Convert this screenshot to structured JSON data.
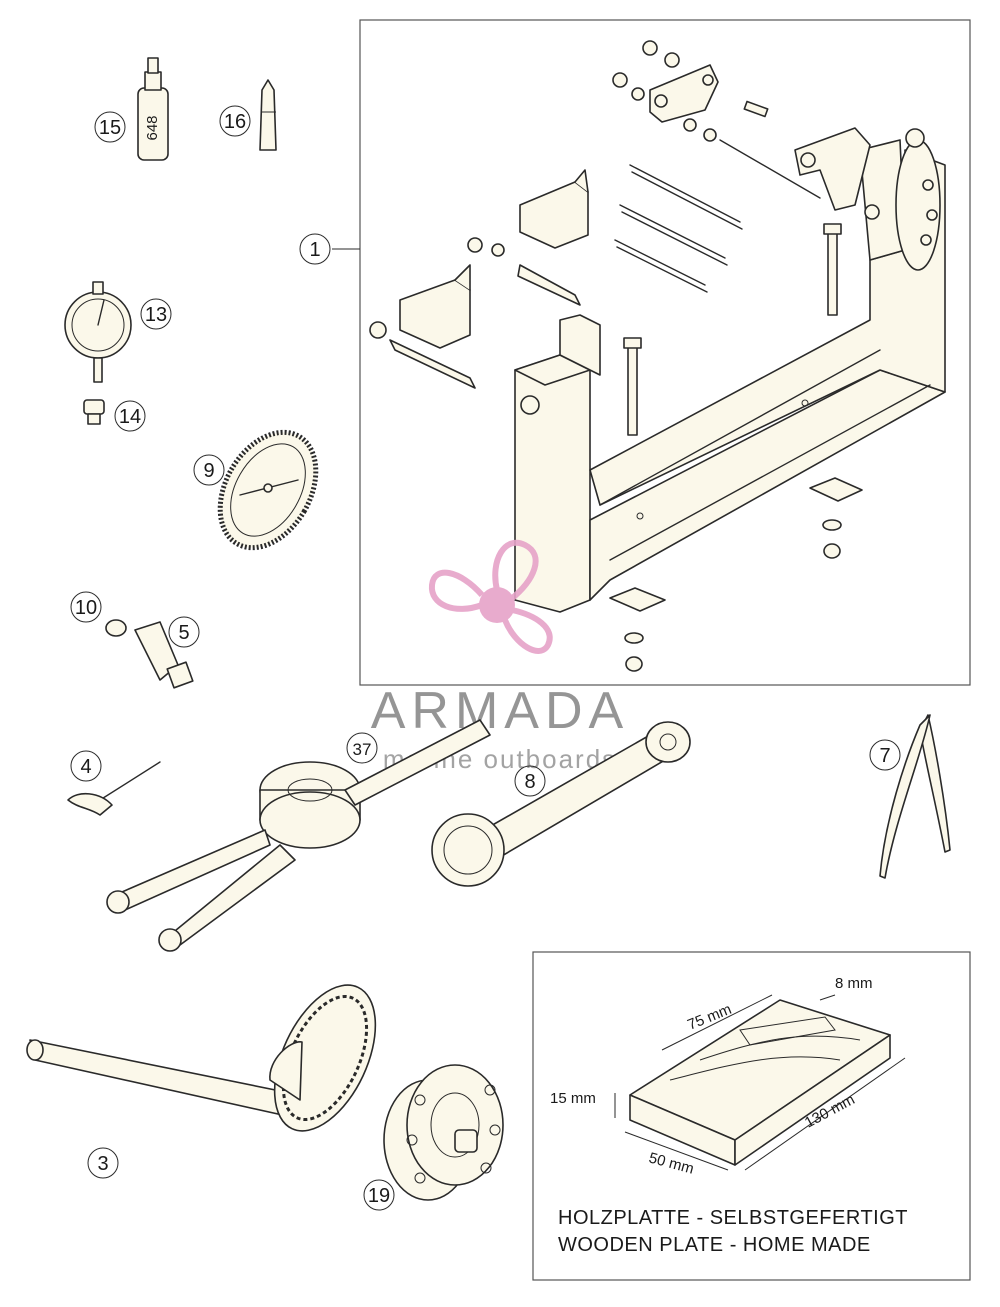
{
  "watermark": {
    "brand": "ARMADA",
    "tagline": "marine outboards",
    "logo_color": "#e6a3c8",
    "text_color": "#8a8a8a"
  },
  "callouts": {
    "c1": "1",
    "c3": "3",
    "c4": "4",
    "c5": "5",
    "c7": "7",
    "c8": "8",
    "c9": "9",
    "c10": "10",
    "c13": "13",
    "c14": "14",
    "c15": "15",
    "c16": "16",
    "c19": "19",
    "c37": "37"
  },
  "wooden_plate": {
    "dim_width": "75 mm",
    "dim_slot": "8 mm",
    "dim_thickness": "15 mm",
    "dim_length": "130 mm",
    "dim_depth": "50 mm",
    "note_line1": "HOLZPLATTE - SELBSTGEFERTIGT",
    "note_line2": "WOODEN PLATE - HOME MADE"
  },
  "bottle_label": "648",
  "colors": {
    "part_fill": "#fbf8ea",
    "outline": "#2a2a2a"
  }
}
